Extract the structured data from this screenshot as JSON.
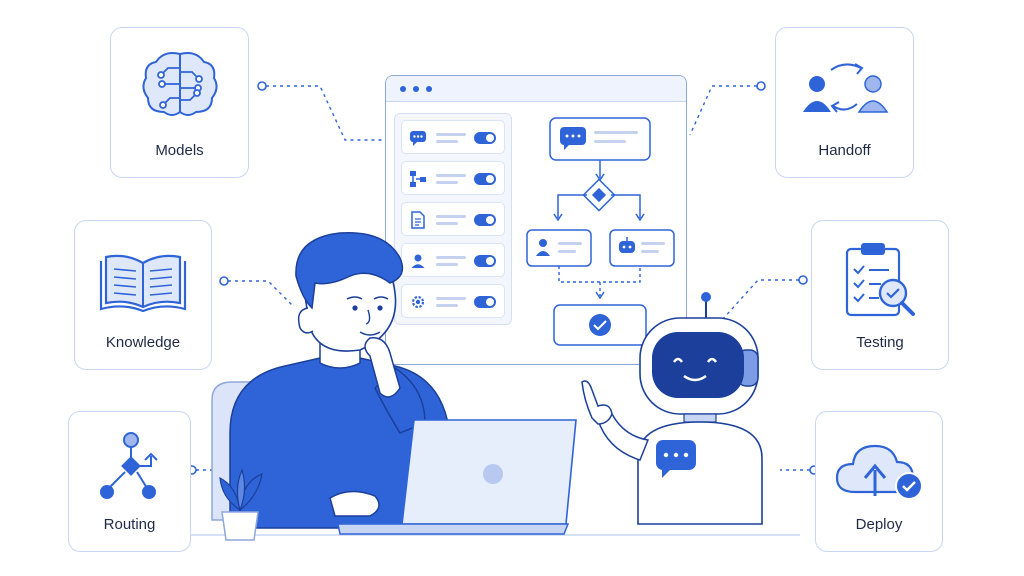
{
  "cards": {
    "models": "Models",
    "handoff": "Handoff",
    "knowledge": "Knowledge",
    "testing": "Testing",
    "routing": "Routing",
    "deploy": "Deploy"
  },
  "builder": {
    "rows": [
      {
        "icon": "chat-bubble-icon",
        "enabled": true
      },
      {
        "icon": "flow-icon",
        "enabled": true
      },
      {
        "icon": "document-icon",
        "enabled": true
      },
      {
        "icon": "user-icon",
        "enabled": true
      },
      {
        "icon": "gear-icon",
        "enabled": true
      }
    ]
  },
  "colors": {
    "primary": "#2f64d8",
    "light": "#e6edfb",
    "border": "#c9d6f3"
  }
}
